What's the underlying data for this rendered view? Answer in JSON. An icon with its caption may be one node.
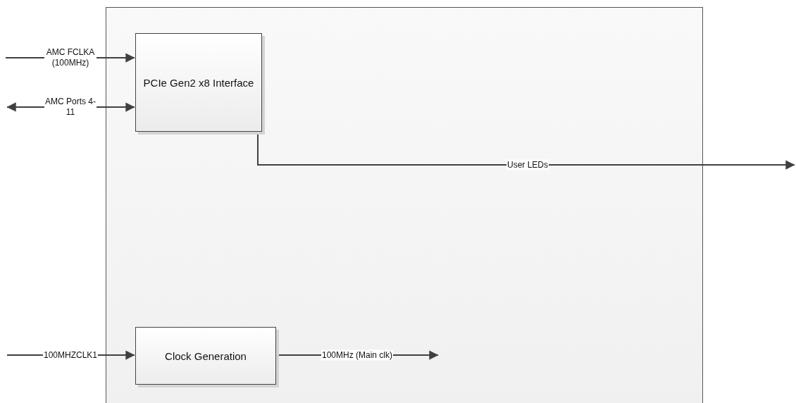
{
  "diagram": {
    "nodes": [
      {
        "text": [],
        "shape": "box"
      },
      {
        "text": [
          "PCIe Gen2 x8 Interface"
        ],
        "in": 0
      },
      {
        "text": [
          "Clock Generation"
        ],
        "in": 0
      }
    ],
    "edges": [
      {
        "from": null,
        "to": 1,
        "arrow": "to",
        "label": "AMC FCLKA (100MHz)"
      },
      {
        "from": 1,
        "to": null,
        "arrow": "both",
        "label": "AMC Ports 4-11"
      },
      {
        "from": 1,
        "to": null,
        "arrow": "to",
        "label": "User LEDs"
      },
      {
        "from": null,
        "to": 2,
        "arrow": "to",
        "label": "100MHZCLK1"
      },
      {
        "from": 2,
        "to": null,
        "arrow": "to",
        "label": "100MHz (Main clk)"
      }
    ]
  }
}
